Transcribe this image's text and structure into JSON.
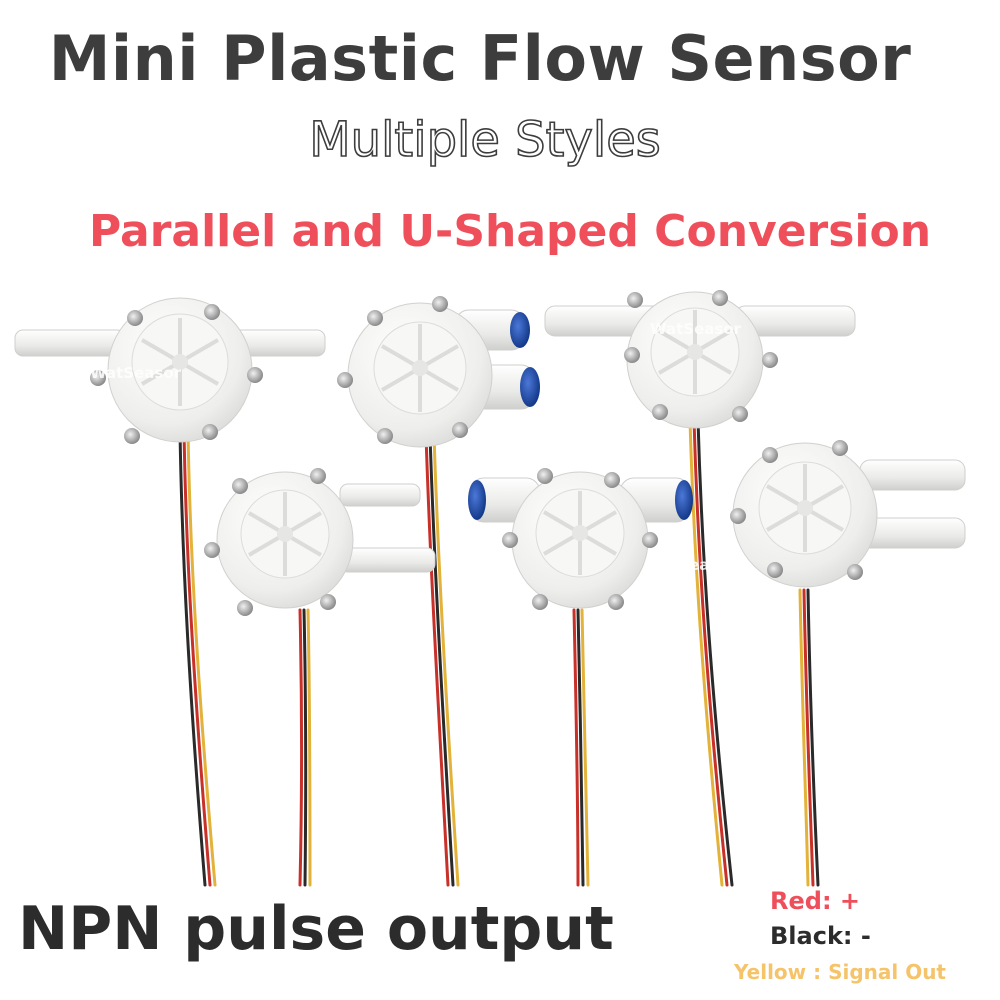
{
  "header": {
    "title": "Mini Plastic Flow Sensor",
    "subtitle": "Multiple Styles",
    "conversion": "Parallel and U-Shaped Conversion"
  },
  "photo": {
    "watermarks": [
      "WatSeasor",
      "WatSeasor",
      "WatSeasor"
    ]
  },
  "footer": {
    "output": "NPN pulse output",
    "legend": {
      "red": "Red: +",
      "black": "Black: -",
      "yellow": "Yellow : Signal Out"
    }
  },
  "colors": {
    "accent_red": "#ef4f5a",
    "text_dark": "#3d3d3d",
    "yellow": "#f5c36a",
    "sensor_white": "#f3f3f1",
    "push_fit_blue": "#1f4fb0",
    "wire_red": "#c8302a",
    "wire_black": "#2a2a2a",
    "wire_yellow": "#e2b23a"
  }
}
